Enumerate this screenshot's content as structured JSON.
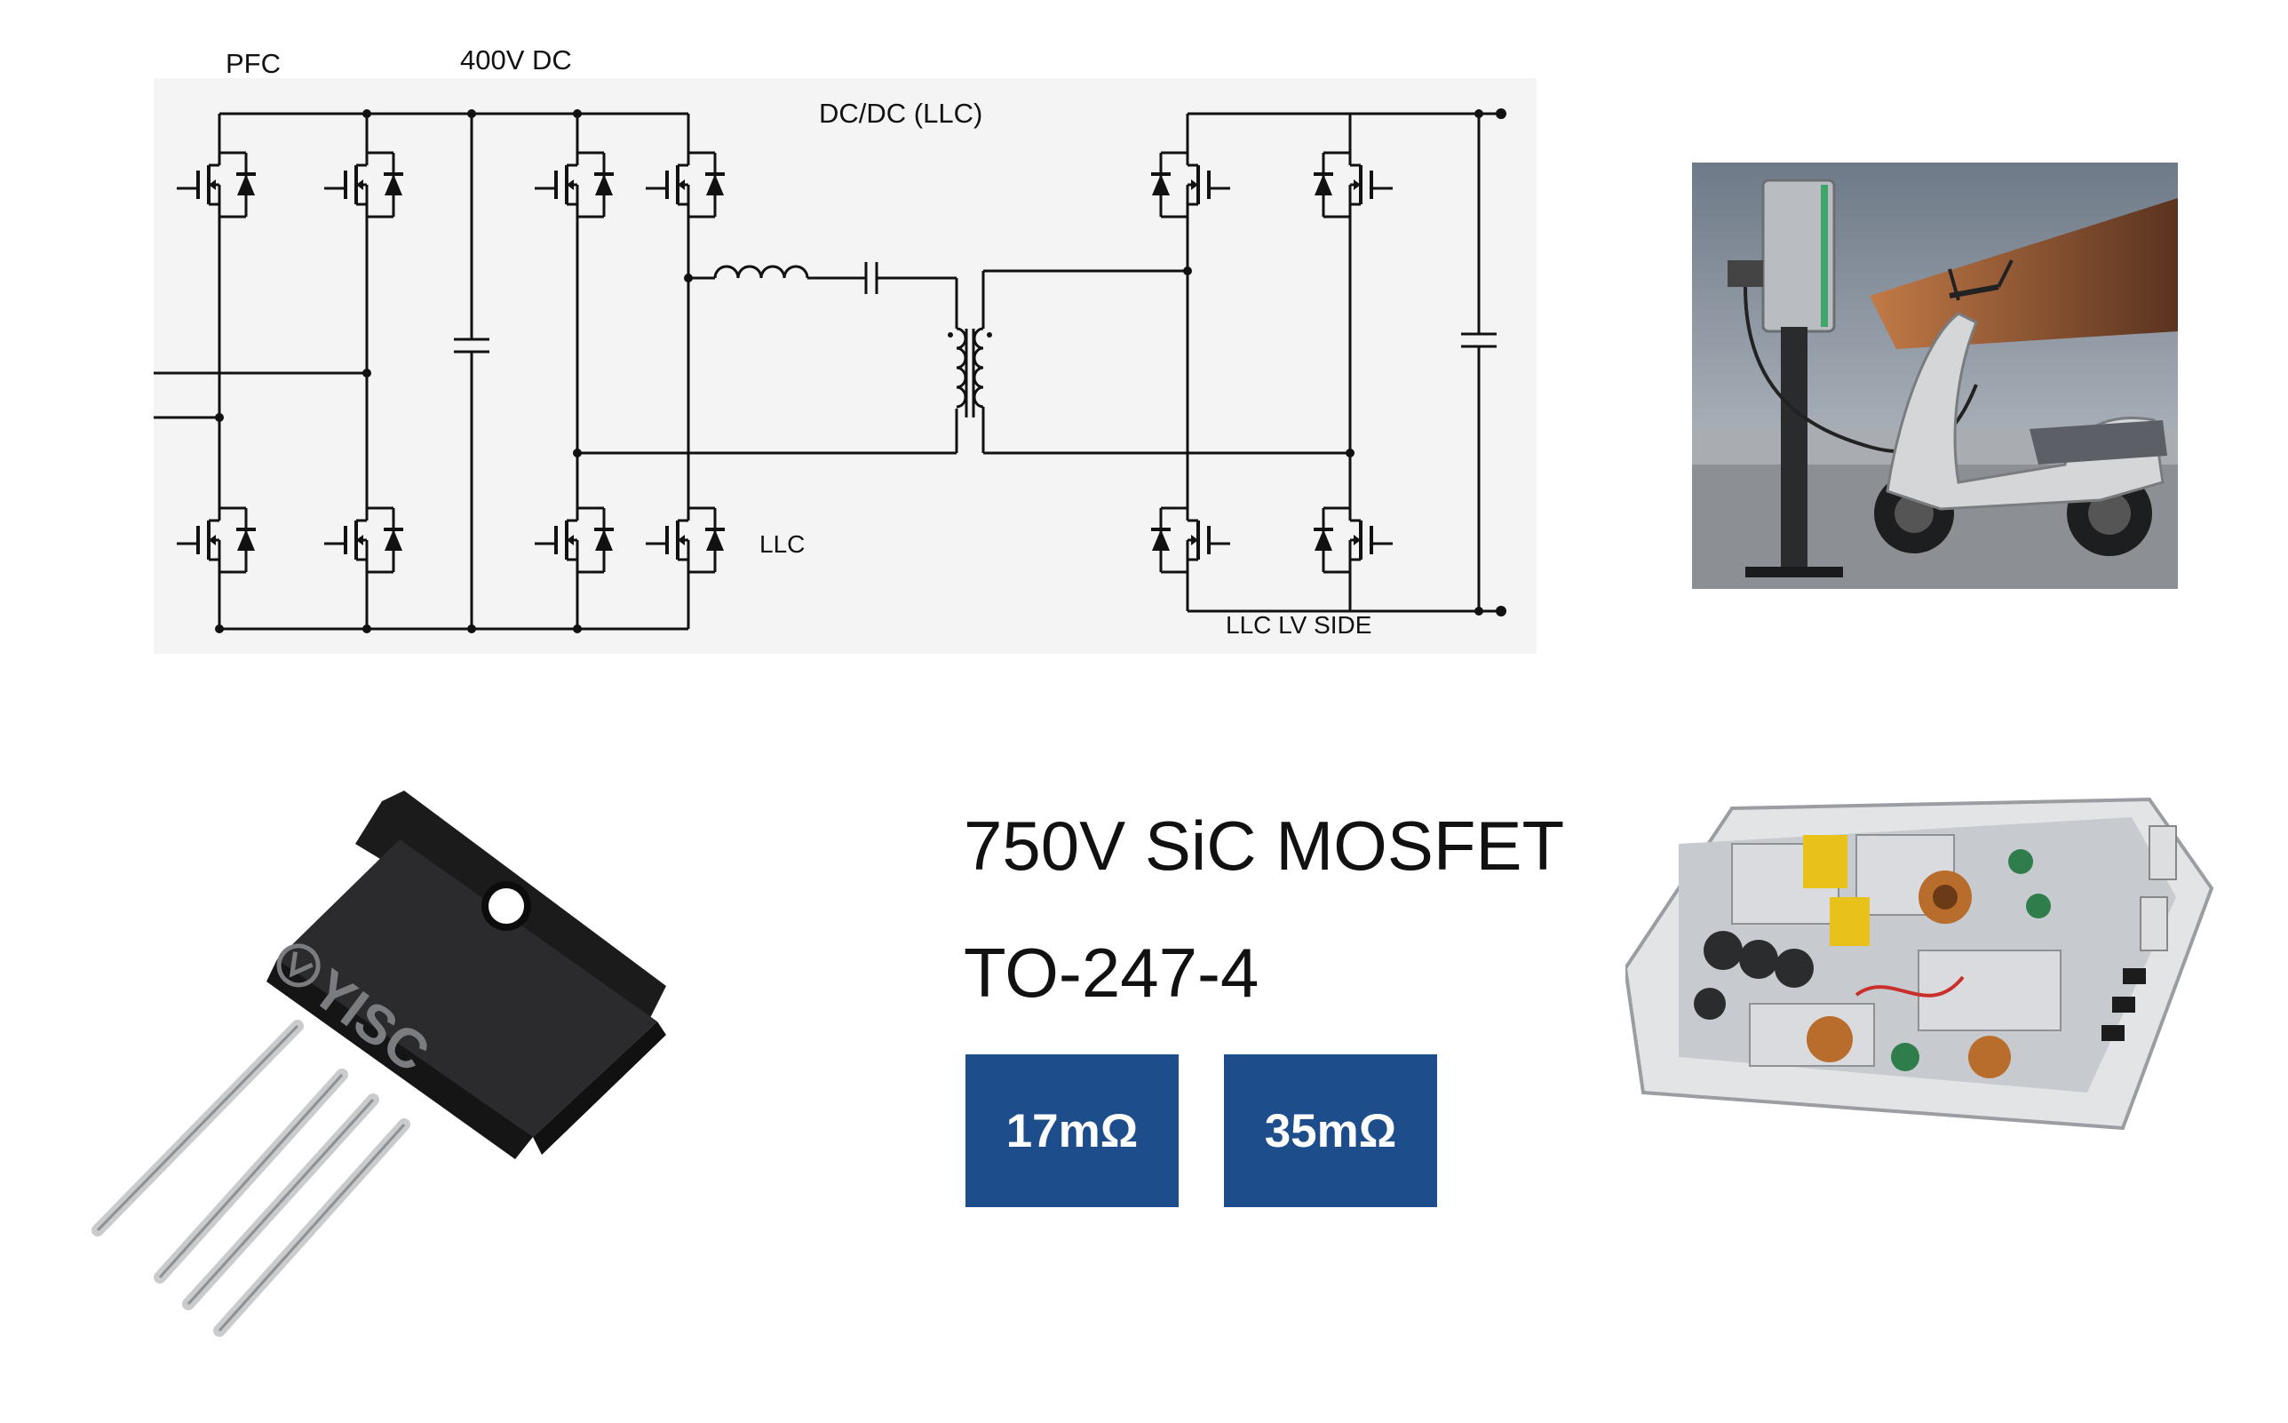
{
  "schematic": {
    "labels": {
      "pfc": "PFC",
      "dc_bus": "400V  DC",
      "dcdc": "DC/DC  (LLC)",
      "llc": "LLC",
      "lv_side": "LLC LV SIDE"
    }
  },
  "product": {
    "title": "750V SiC MOSFET",
    "package": "TO-247-4",
    "variants": [
      "17mΩ",
      "35mΩ"
    ],
    "logo_text": "YISC"
  },
  "colors": {
    "badge_bg": "#1e4d8c",
    "badge_text": "#ffffff"
  }
}
